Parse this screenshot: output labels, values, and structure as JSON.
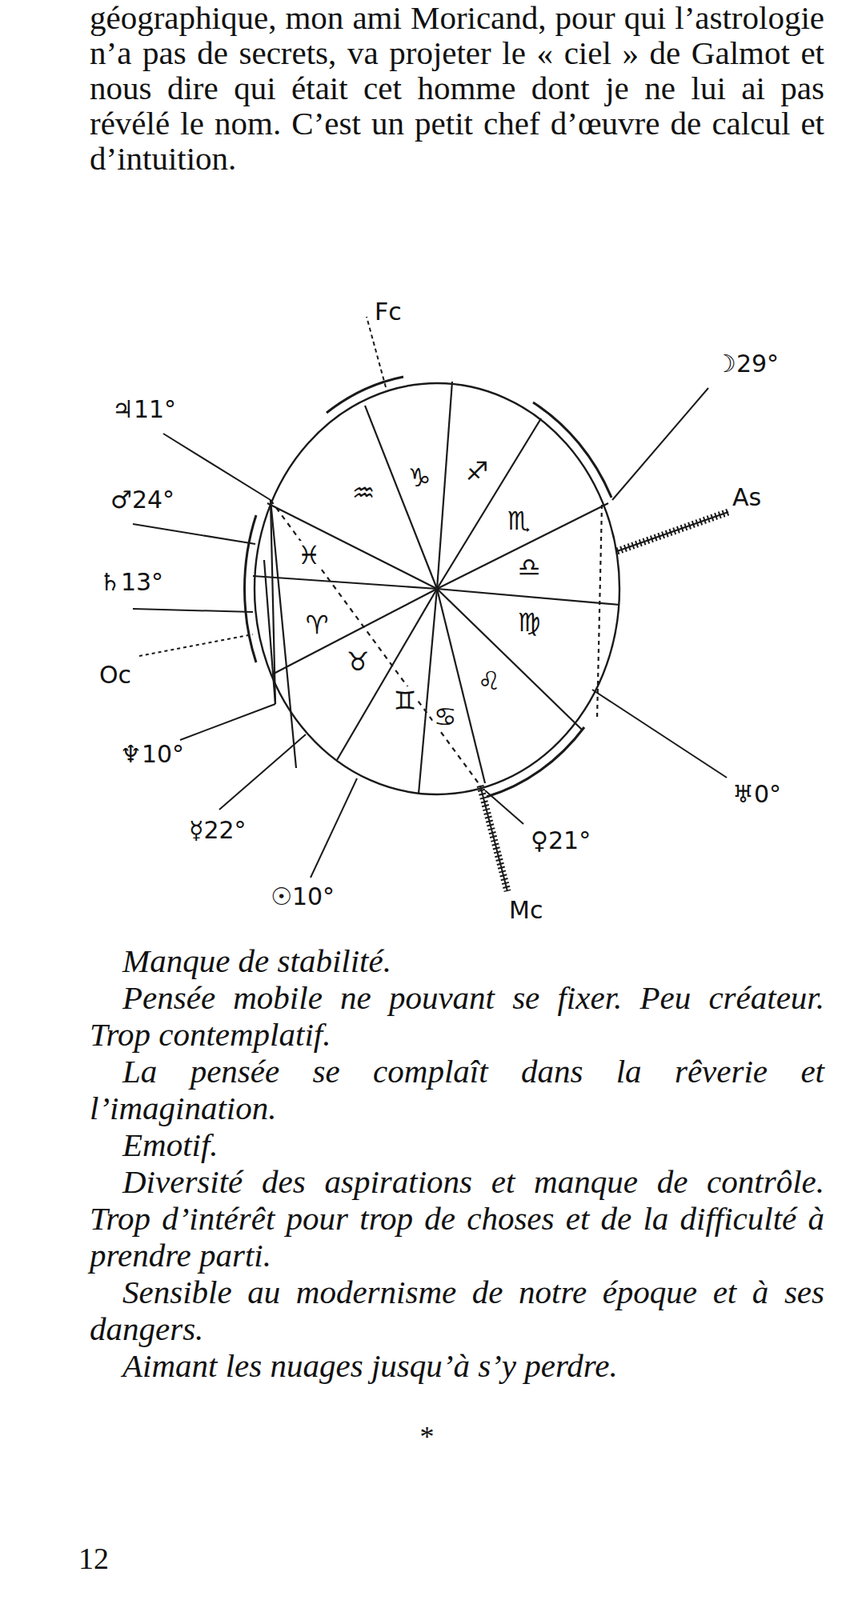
{
  "diagram": {
    "nodes": [
      {
        "text": [
          "♑",
          "♐",
          "♏",
          "♎",
          "♍",
          "♌",
          "♋",
          "♊",
          "♉",
          "♈",
          "♓",
          "♒"
        ]
      }
    ],
    "labels": [
      "géographique, mon ami Moricand, pour qui l’astrologie n’a pas de secrets, va projeter le « ciel » de Galmot et nous dire qui était cet homme dont je ne lui ai pas révélé le nom. C’est un petit chef d’œuvre de calcul et d’intuition.",
      "Fc",
      "♃11°",
      "☽29°",
      "♂24°",
      "As",
      "♄13°",
      "Oc",
      "♅0°",
      "♆10°",
      "☿22°",
      "☉10°",
      "♀21°",
      "Mc",
      "Manque de stabilité.",
      "Pensée mobile ne pouvant se fixer. Peu créateur. Trop contemplatif.",
      "La pensée se complaît dans la rêverie et l’imagination.",
      "Emotif.",
      "Diversité des aspirations et manque de contrôle. Trop d’intérêt pour trop de choses et de la difficulté à prendre parti.",
      "Sensible au modernisme de notre époque et à ses dangers.",
      "Aimant les nuages jusqu’à s’y perdre.",
      "*",
      "12"
    ]
  }
}
